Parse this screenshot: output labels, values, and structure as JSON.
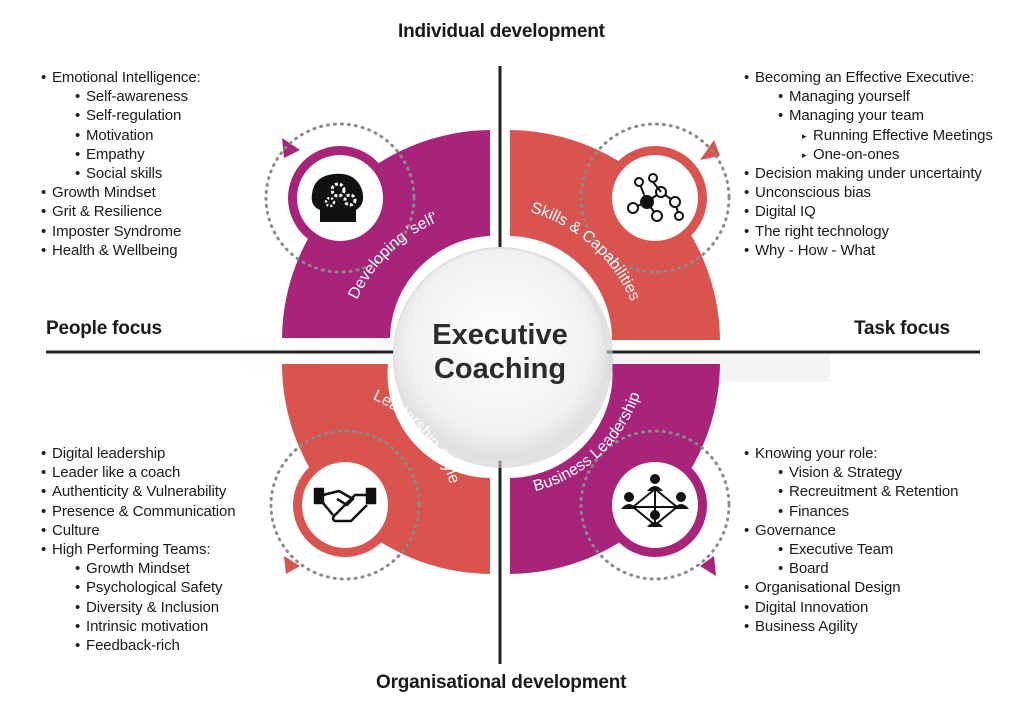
{
  "axes": {
    "top": "Individual development",
    "bottom": "Organisational development",
    "left": "People focus",
    "right": "Task focus"
  },
  "center": {
    "line1": "Executive",
    "line2": "Coaching"
  },
  "segments": [
    {
      "label": "Developing 'self'",
      "color": "#a8247a",
      "icon": "brain-gears-icon"
    },
    {
      "label": "Skills & Capabilities",
      "color": "#d9534f",
      "icon": "molecule-network-icon"
    },
    {
      "label": "Leadership Style",
      "color": "#d9534f",
      "icon": "handshake-icon"
    },
    {
      "label": "Business Leadership",
      "color": "#a8247a",
      "icon": "team-network-icon"
    }
  ],
  "lists": {
    "top_left": [
      {
        "level": 0,
        "text": "Emotional Intelligence:"
      },
      {
        "level": 1,
        "text": "Self-awareness"
      },
      {
        "level": 1,
        "text": "Self-regulation"
      },
      {
        "level": 1,
        "text": "Motivation"
      },
      {
        "level": 1,
        "text": "Empathy"
      },
      {
        "level": 1,
        "text": "Social skills"
      },
      {
        "level": 0,
        "text": "Growth Mindset"
      },
      {
        "level": 0,
        "text": "Grit & Resilience"
      },
      {
        "level": 0,
        "text": "Imposter Syndrome"
      },
      {
        "level": 0,
        "text": "Health & Wellbeing"
      }
    ],
    "top_right": [
      {
        "level": 0,
        "text": "Becoming an Effective Executive:"
      },
      {
        "level": 1,
        "text": "Managing yourself"
      },
      {
        "level": 1,
        "text": "Managing your team"
      },
      {
        "level": 2,
        "text": "Running Effective Meetings"
      },
      {
        "level": 2,
        "text": "One-on-ones"
      },
      {
        "level": 0,
        "text": "Decision making under uncertainty"
      },
      {
        "level": 0,
        "text": "Unconscious bias"
      },
      {
        "level": 0,
        "text": "Digital IQ"
      },
      {
        "level": 0,
        "text": "The right technology"
      },
      {
        "level": 0,
        "text": "Why - How - What"
      }
    ],
    "bottom_left": [
      {
        "level": 0,
        "text": "Digital leadership"
      },
      {
        "level": 0,
        "text": "Leader like a coach"
      },
      {
        "level": 0,
        "text": "Authenticity & Vulnerability"
      },
      {
        "level": 0,
        "text": "Presence & Communication"
      },
      {
        "level": 0,
        "text": "Culture"
      },
      {
        "level": 0,
        "text": "High Performing Teams:"
      },
      {
        "level": 1,
        "text": "Growth Mindset"
      },
      {
        "level": 1,
        "text": "Psychological Safety"
      },
      {
        "level": 1,
        "text": "Diversity & Inclusion"
      },
      {
        "level": 1,
        "text": "Intrinsic motivation"
      },
      {
        "level": 1,
        "text": "Feedback-rich"
      }
    ],
    "bottom_right": [
      {
        "level": 0,
        "text": "Knowing your role:"
      },
      {
        "level": 1,
        "text": "Vision & Strategy"
      },
      {
        "level": 1,
        "text": "Recreuitment & Retention"
      },
      {
        "level": 1,
        "text": "Finances"
      },
      {
        "level": 0,
        "text": "Governance"
      },
      {
        "level": 1,
        "text": "Executive Team"
      },
      {
        "level": 1,
        "text": "Board"
      },
      {
        "level": 0,
        "text": "Organisational Design"
      },
      {
        "level": 0,
        "text": "Digital Innovation"
      },
      {
        "level": 0,
        "text": "Business Agility"
      }
    ]
  }
}
